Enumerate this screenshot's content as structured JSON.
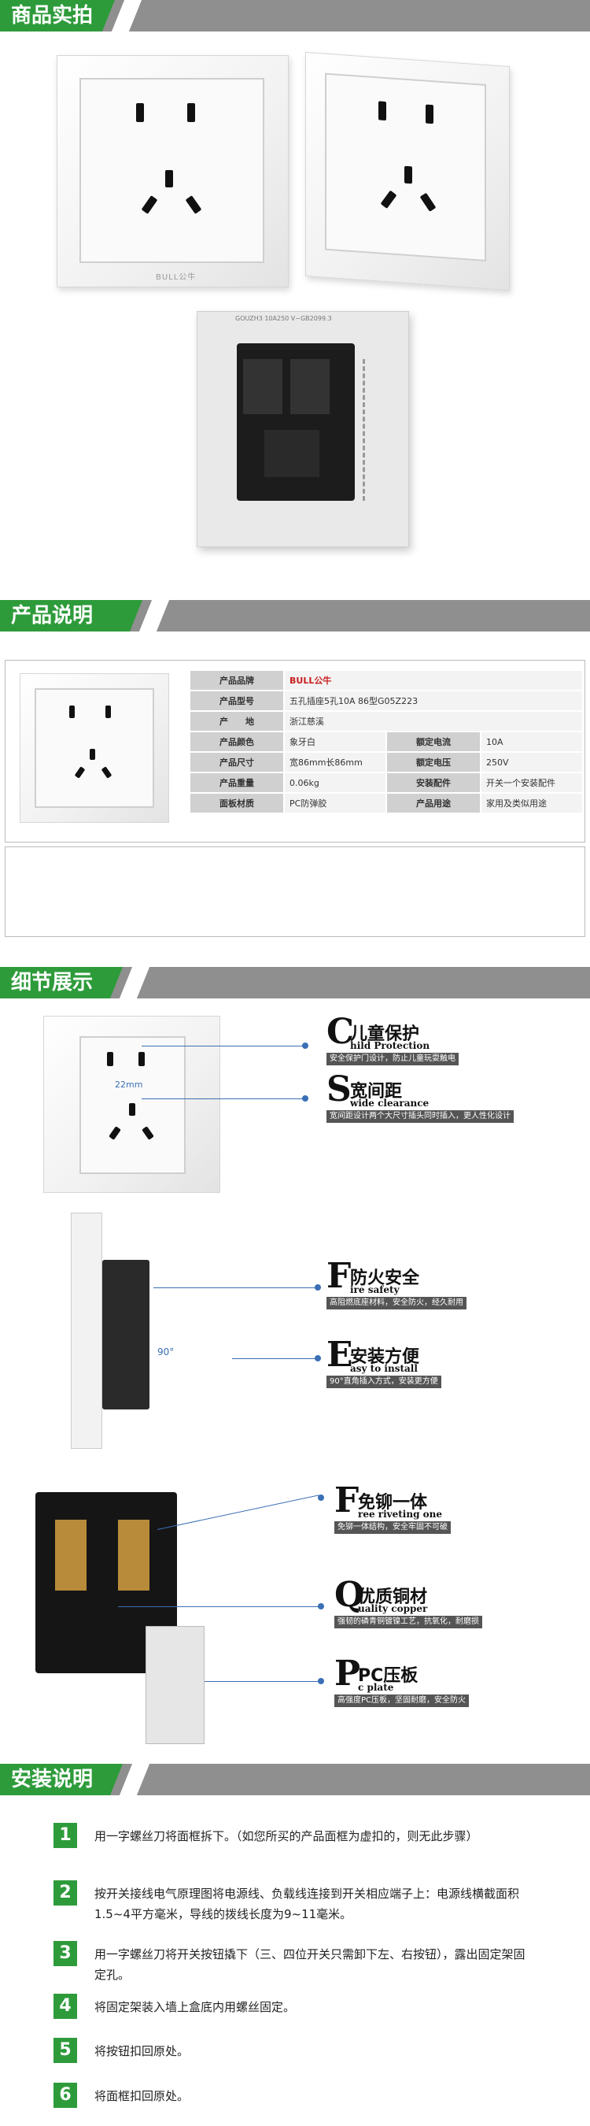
{
  "sections": {
    "photos": "商品实拍",
    "description": "产品说明",
    "details": "细节展示",
    "install": "安装说明"
  },
  "colors": {
    "accent": "#2e9b3b",
    "banner_gray": "#8f8f8f",
    "line_blue": "#3a6fb5"
  },
  "brand": "BULL公牛",
  "back_label": "GOUZH3 10A250 V~GB2099.3",
  "spec": {
    "rows": [
      {
        "k1": "产品品牌",
        "v1": "BULL公牛",
        "k2": "",
        "v2": ""
      },
      {
        "k1": "产品型号",
        "v1": "五孔插座5孔10A 86型G05Z223",
        "k2": "",
        "v2": ""
      },
      {
        "k1": "产　　地",
        "v1": "浙江慈溪",
        "k2": "",
        "v2": ""
      },
      {
        "k1": "产品颜色",
        "v1": "象牙白",
        "k2": "额定电流",
        "v2": "10A"
      },
      {
        "k1": "产品尺寸",
        "v1": "宽86mm长86mm",
        "k2": "额定电压",
        "v2": "250V"
      },
      {
        "k1": "产品重量",
        "v1": "0.06kg",
        "k2": "安装配件",
        "v2": "开关一个安装配件"
      },
      {
        "k1": "面板材质",
        "v1": "PC防弹胶",
        "k2": "产品用途",
        "v2": "家用及类似用途"
      }
    ]
  },
  "details": {
    "measure": "22mm",
    "angle": "90°",
    "callouts": [
      {
        "letter": "C",
        "cn": "儿童保护",
        "en": "hild Protection",
        "desc": "安全保护门设计，防止儿童玩耍触电"
      },
      {
        "letter": "S",
        "cn": "宽间距",
        "en": "wide clearance",
        "desc": "宽间距设计两个大尺寸插头同时插入，更人性化设计"
      },
      {
        "letter": "F",
        "cn": "防火安全",
        "en": "ire safety",
        "desc": "高阻燃底座材料，安全防火，经久耐用"
      },
      {
        "letter": "E",
        "cn": "安装方便",
        "en": "asy to install",
        "desc": "90°直角插入方式，安装更方便"
      },
      {
        "letter": "F",
        "cn": "免铆一体",
        "en": "ree riveting one",
        "desc": "免铆一体结构，安全牢固不可破"
      },
      {
        "letter": "Q",
        "cn": "优质铜材",
        "en": "uality copper",
        "desc": "强韧的磷青铜镀镍工艺，抗氧化，耐磨损"
      },
      {
        "letter": "P",
        "cn": "PC压板",
        "en": "c plate",
        "desc": "高强度PC压板，坚固耐磨，安全防火"
      }
    ]
  },
  "install": {
    "steps": [
      {
        "n": "1",
        "text": "用一字螺丝刀将面框拆下。（如您所买的产品面框为虚扣的，则无此步骤）"
      },
      {
        "n": "2",
        "text": "按开关接线电气原理图将电源线、负载线连接到开关相应端子上：电源线横截面积1.5~4平方毫米，导线的拨线长度为9~11毫米。"
      },
      {
        "n": "3",
        "text": "用一字螺丝刀将开关按钮撬下（三、四位开关只需卸下左、右按钮），露出固定架固定孔。"
      },
      {
        "n": "4",
        "text": "将固定架装入墙上盒底内用螺丝固定。"
      },
      {
        "n": "5",
        "text": "将按钮扣回原处。"
      },
      {
        "n": "6",
        "text": "将面框扣回原处。"
      }
    ]
  }
}
